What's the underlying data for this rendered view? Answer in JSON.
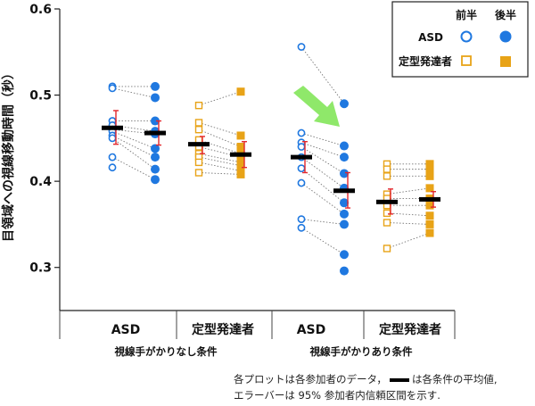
{
  "chart_data": {
    "type": "scatter",
    "ylabel": "目領域への視線移動時間（秒）",
    "ylim": [
      0.25,
      0.6
    ],
    "yticks": [
      0.3,
      0.4,
      0.5,
      0.6
    ],
    "ytick_labels": [
      "0.3",
      "0.4",
      "0.5",
      "0.6"
    ],
    "legend": {
      "position": "top-right",
      "col_headers": [
        "前半",
        "後半"
      ],
      "rows": [
        "ASD",
        "定型発達者"
      ]
    },
    "colors": {
      "ASD": "#1f78e0",
      "TD": "#e8a317",
      "error": "#e3262b",
      "mean": "#000000",
      "arrow": "#8fe86a"
    },
    "groups": [
      {
        "label": "ASD",
        "group": "ASD",
        "condition": "視線手がかりなし条件",
        "first": [
          0.51,
          0.508,
          0.47,
          0.465,
          0.46,
          0.458,
          0.453,
          0.45,
          0.428,
          0.416
        ],
        "second": [
          0.51,
          0.497,
          0.47,
          0.458,
          0.455,
          0.438,
          0.428,
          0.414,
          0.402
        ],
        "first_mean": 0.462,
        "first_ci": [
          0.443,
          0.482
        ],
        "second_mean": 0.456,
        "second_ci": [
          0.442,
          0.47
        ]
      },
      {
        "label": "定型発達者",
        "group": "TD",
        "condition": "視線手がかりなし条件",
        "first": [
          0.488,
          0.468,
          0.46,
          0.448,
          0.44,
          0.432,
          0.428,
          0.422,
          0.41
        ],
        "second": [
          0.504,
          0.453,
          0.44,
          0.432,
          0.428,
          0.422,
          0.418,
          0.412,
          0.408
        ],
        "first_mean": 0.443,
        "first_ci": [
          0.432,
          0.452
        ],
        "second_mean": 0.431,
        "second_ci": [
          0.416,
          0.446
        ]
      },
      {
        "label": "ASD",
        "group": "ASD",
        "condition": "視線手がかりあり条件",
        "first": [
          0.556,
          0.456,
          0.445,
          0.44,
          0.428,
          0.415,
          0.398,
          0.356,
          0.346
        ],
        "second": [
          0.49,
          0.441,
          0.428,
          0.409,
          0.392,
          0.375,
          0.362,
          0.35,
          0.315,
          0.296
        ],
        "first_mean": 0.428,
        "first_ci": [
          0.41,
          0.446
        ],
        "second_mean": 0.389,
        "second_ci": [
          0.369,
          0.41
        ]
      },
      {
        "label": "定型発達者",
        "group": "TD",
        "condition": "視線手がかりあり条件",
        "first": [
          0.42,
          0.414,
          0.406,
          0.385,
          0.38,
          0.372,
          0.363,
          0.352,
          0.322
        ],
        "second": [
          0.42,
          0.414,
          0.406,
          0.392,
          0.38,
          0.372,
          0.36,
          0.35,
          0.34
        ],
        "first_mean": 0.376,
        "first_ci": [
          0.362,
          0.391
        ],
        "second_mean": 0.379,
        "second_ci": [
          0.37,
          0.388
        ]
      }
    ],
    "condition_labels": [
      "視線手がかりなし条件",
      "視線手がかりあり条件"
    ]
  },
  "note": {
    "line1_pre": "各プロットは各参加者のデータ，",
    "line1_post": "は各条件の平均値,",
    "line2": "エラーバーは 95% 参加者内信頼区間を示す."
  }
}
